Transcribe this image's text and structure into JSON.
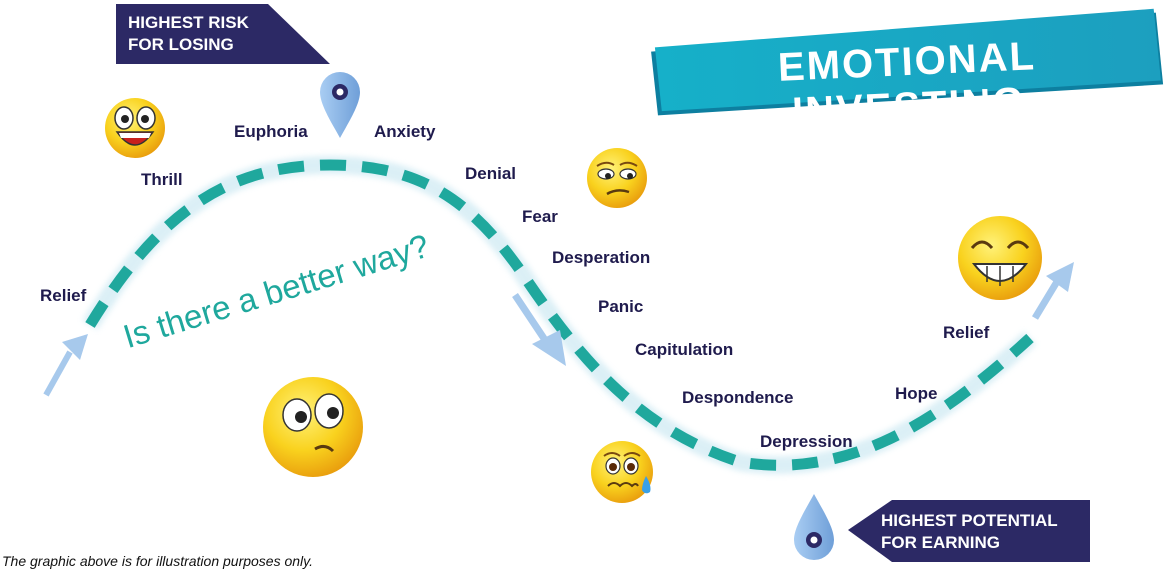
{
  "title": "EMOTIONAL INVESTING",
  "question": "Is there a better way?",
  "callouts": {
    "top": {
      "line1": "HIGHEST RISK",
      "line2": "FOR LOSING"
    },
    "bottom": {
      "line1": "HIGHEST POTENTIAL",
      "line2": "FOR EARNING"
    }
  },
  "stages": {
    "relief_start": "Relief",
    "thrill": "Thrill",
    "euphoria": "Euphoria",
    "anxiety": "Anxiety",
    "denial": "Denial",
    "fear": "Fear",
    "desperation": "Desperation",
    "panic": "Panic",
    "capitulation": "Capitulation",
    "despondence": "Despondence",
    "depression": "Depression",
    "hope": "Hope",
    "relief_end": "Relief"
  },
  "disclaimer": "The graphic above is for illustration purposes only.",
  "colors": {
    "curve": "#1fa89d",
    "arrow": "#a7c9ec",
    "callout": "#2c2965",
    "label": "#1f1b4d",
    "banner": "#17a7c4",
    "face": "#f9d21e",
    "pin": "#8eb7e8"
  },
  "icons": [
    "ecstatic-face-icon",
    "annoyed-face-icon",
    "confused-face-icon",
    "crying-face-icon",
    "grinning-face-icon",
    "location-pin-icon"
  ]
}
